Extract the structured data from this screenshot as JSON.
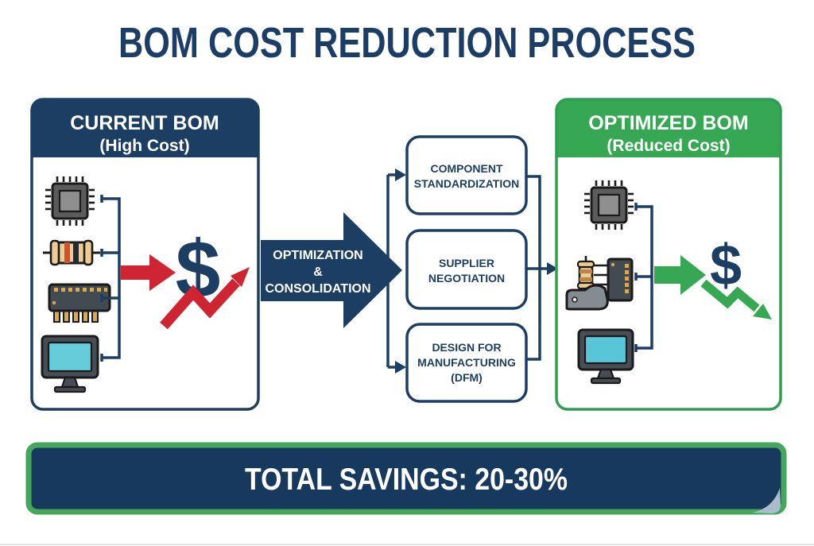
{
  "title": "BOM COST REDUCTION PROCESS",
  "colors": {
    "navy": "#1c3e63",
    "red": "#cf2533",
    "green": "#36a853",
    "green_border": "#2f9e53",
    "banner_bg": "#17395d",
    "banner_border": "#43a85c",
    "screen_cyan": "#62cbd8",
    "component_tan": "#eccc92",
    "pin_gold": "#d9a94e"
  },
  "left_panel": {
    "header_line1": "CURRENT BOM",
    "header_line2": "(High Cost)",
    "dollar": "$",
    "icons": [
      "microchip",
      "resistor",
      "ic-chip",
      "monitor"
    ],
    "cost_trend": "rising"
  },
  "flow_arrow": {
    "lines": [
      "OPTIMIZATION",
      "&",
      "CONSOLIDATION"
    ]
  },
  "process_steps": [
    {
      "lines": [
        "COMPONENT",
        "STANDARDIZATION"
      ]
    },
    {
      "lines": [
        "SUPPLIER",
        "NEGOTIATION"
      ]
    },
    {
      "lines": [
        "DESIGN FOR",
        "MANUFACTURING",
        "(DFM)"
      ]
    }
  ],
  "right_panel": {
    "header_line1": "OPTIMIZED BOM",
    "header_line2": "(Reduced Cost)",
    "dollar": "$",
    "icons": [
      "microchip",
      "resistor",
      "ic-chip",
      "mount-bracket",
      "monitor"
    ],
    "cost_trend": "falling"
  },
  "savings_banner": {
    "text": "TOTAL SAVINGS: 20-30%"
  }
}
